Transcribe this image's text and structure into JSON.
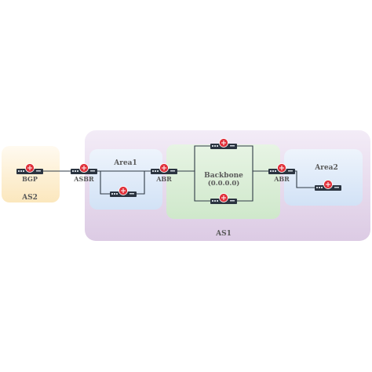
{
  "zones": {
    "as2": {
      "label": "AS2",
      "color": "#fdf0d2"
    },
    "as1": {
      "label": "AS1",
      "color": "#e3d6ea"
    },
    "area1": {
      "label": "Area1",
      "color": "#dde9f8"
    },
    "backbone": {
      "label": "Backbone",
      "sublabel": "(0.0.0.0)",
      "color": "#dcefd9"
    },
    "area2": {
      "label": "Area2",
      "color": "#dde9f8"
    }
  },
  "devices": {
    "bgp": "BGP",
    "asbr": "ASBR",
    "abr_left": "ABR",
    "abr_right": "ABR"
  },
  "colors": {
    "router_body": "#2b3440",
    "router_badge": "#e0303a",
    "link": "#2f3a45"
  },
  "icons": {
    "router": "router-icon"
  }
}
